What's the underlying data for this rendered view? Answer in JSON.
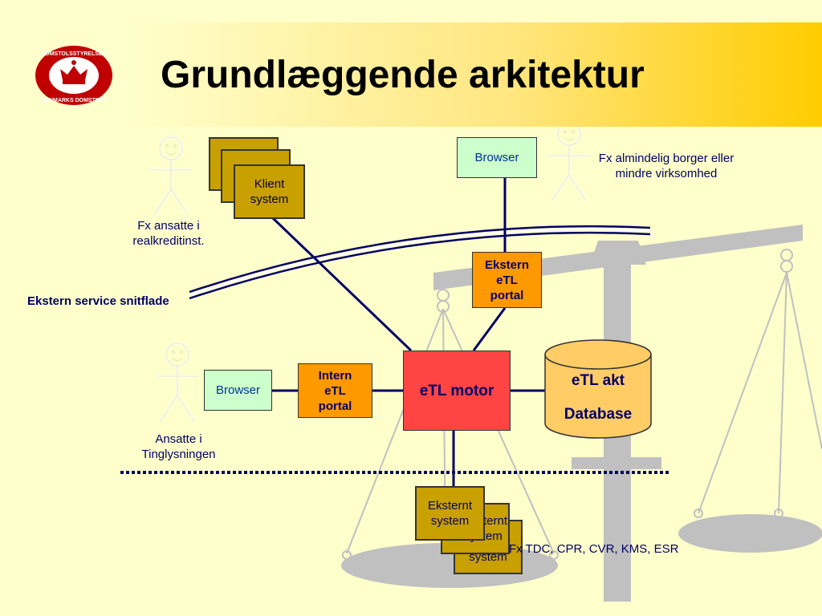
{
  "title": "Grundlæggende arkitektur",
  "logo": {
    "top_text": "DOMSTOLSSTYRELSEN",
    "bottom_text": "DANMARKS DOMSTOLE",
    "icon": "crown-icon"
  },
  "nodes": {
    "klient_system": "Klient system",
    "browser_top": "Browser",
    "browser_left": "Browser",
    "ekstern_portal": "Ekstern eTL portal",
    "intern_portal": "Intern eTL portal",
    "motor": "eTL motor",
    "database_line1": "eTL akt",
    "database_line2": "Database",
    "eksternt_system": "Eksternt system",
    "eksternt_system_back1": "Eksternt system",
    "eksternt_system_back2": "Eksternt system"
  },
  "labels": {
    "actor_left_top": "Fx ansatte i realkreditinst.",
    "actor_right_top": "Fx almindelig borger eller mindre virksomhed",
    "actor_left_mid": "Ansatte i Tinglysningen",
    "interface": "Ekstern service snitflade",
    "external_systems": "Fx TDC, CPR, CVR, KMS, ESR"
  },
  "colors": {
    "background": "#ffffcc",
    "title_gradient_end": "#ffcc00",
    "klient": "#c8a000",
    "browser": "#ccffcc",
    "portal": "#ff9900",
    "motor": "#ff4444",
    "database": "#ffcc66",
    "lines": "#000066",
    "scale": "#c0c0c0",
    "logo": "#c00000"
  }
}
